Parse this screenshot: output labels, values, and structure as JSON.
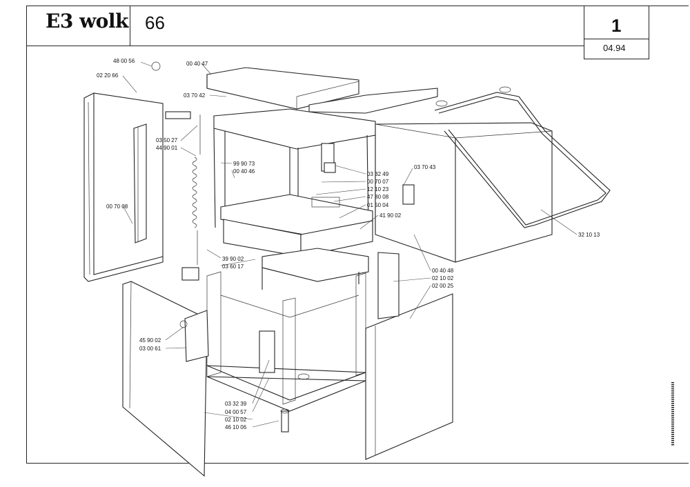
{
  "header": {
    "brand": "E3 wolk",
    "page_number": "66",
    "sheet_number": "1",
    "date": "04.94"
  },
  "callouts": [
    "48 00 56",
    "00 40 47",
    "02 20 66",
    "03 70 42",
    "03 50 27",
    "44 90 01",
    "99 90 73",
    "00 40 46",
    "03 32 49",
    "00 70 07",
    "12 10 23",
    "47 80 08",
    "01 50 04",
    "41 90 02",
    "03 70 43",
    "32 10 13",
    "00 70 08",
    "39 90 02",
    "03 60 17",
    "00 40 48",
    "02 10 02",
    "02 00 25",
    "45 90 02",
    "03 00 61",
    "03 32 39",
    "04 00 57",
    "02 10 02",
    "46 10 06"
  ]
}
